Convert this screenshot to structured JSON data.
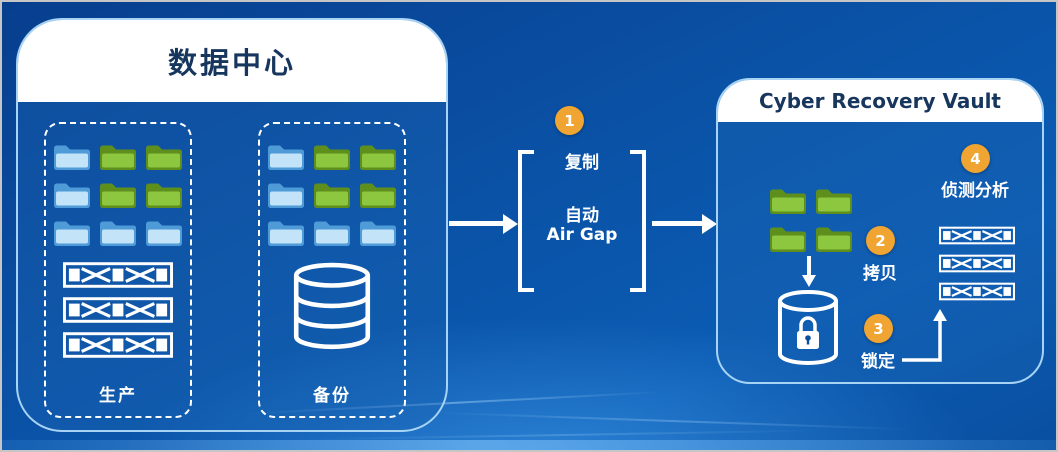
{
  "colors": {
    "orange": "#F0A431",
    "header_text": "#17365D",
    "panel_border": "#A7D4F4",
    "background_blue": "#0A52A6",
    "white": "#FFFFFF",
    "folder_blue": {
      "back": "#4E9BD8",
      "front": "#C2E3F8"
    },
    "folder_green": {
      "back": "#5E8F1C",
      "front": "#8DC63F"
    }
  },
  "icons": {
    "folder": "folder-icon",
    "tape": "tape-cartridge-icon",
    "database": "database-cylinder-icon",
    "lock": "padlock-icon"
  },
  "datacenter": {
    "title": "数据中心",
    "production": {
      "label": "生产",
      "folders": [
        [
          "blue",
          "green",
          "green"
        ],
        [
          "blue",
          "green",
          "green"
        ],
        [
          "blue",
          "blue",
          "blue"
        ]
      ],
      "tape_count": 3
    },
    "backup": {
      "label": "备份",
      "folders": [
        [
          "blue",
          "green",
          "green"
        ],
        [
          "blue",
          "green",
          "green"
        ],
        [
          "blue",
          "blue",
          "blue"
        ]
      ]
    }
  },
  "airgap": {
    "step_num": "1",
    "step_label": "复制",
    "line1": "自动",
    "line2": "Air Gap"
  },
  "vault": {
    "title": "Cyber Recovery Vault",
    "folders": [
      [
        "green",
        "green"
      ],
      [
        "green",
        "green"
      ]
    ],
    "tape_count": 3,
    "steps": {
      "copy": {
        "num": "2",
        "label": "拷贝"
      },
      "lock": {
        "num": "3",
        "label": "锁定"
      },
      "detect": {
        "num": "4",
        "label": "侦测分析"
      }
    }
  }
}
